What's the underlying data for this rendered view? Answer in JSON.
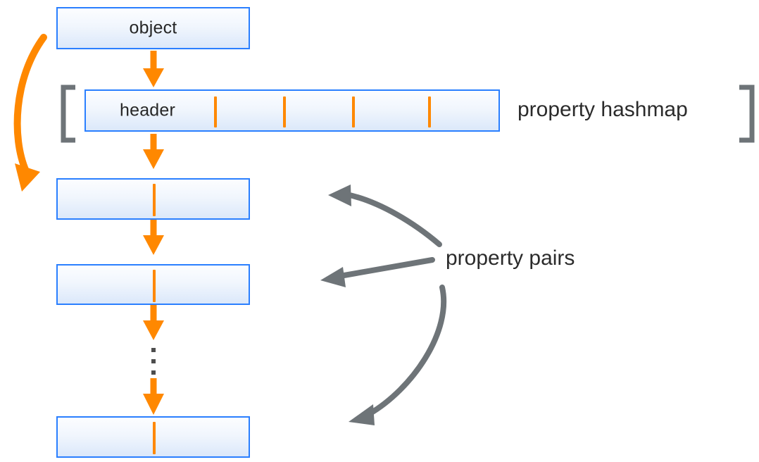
{
  "diagram": {
    "title_boxes": {
      "object": "object",
      "header": "header"
    },
    "captions": {
      "property_hashmap": "property hashmap",
      "property_pairs": "property pairs"
    },
    "colors": {
      "box_border": "#2a7fff",
      "box_fill_top": "#fcfdff",
      "box_fill_bottom": "#dbe8fa",
      "orange": "#ff8800",
      "gray_arrow": "#6e7478",
      "bracket_gray": "#6e7478",
      "text": "#2b2b2b"
    },
    "hashmap": {
      "slot_count": 4,
      "slot_positions": [
        304,
        402,
        500,
        608
      ]
    },
    "pair_boxes": [
      {
        "label": ""
      },
      {
        "label": ""
      },
      {
        "label": ""
      }
    ],
    "ellipsis": {
      "dots": 3,
      "symbol": "vertical-ellipsis"
    },
    "arrows": {
      "object_to_header": "orange-down-arrow",
      "header_to_pair1": "orange-down-arrow",
      "pair1_to_pair2": "orange-down-arrow",
      "pair2_to_ellipsis": "orange-down-arrow",
      "ellipsis_to_pair3": "orange-down-arrow",
      "object_to_pair1_curve": "orange-curved-arrow",
      "pairs_top": "gray-curved-arrow",
      "pairs_middle": "gray-straight-arrow",
      "pairs_bottom": "gray-curved-arrow"
    },
    "brackets": {
      "left": "[",
      "right": "]"
    }
  }
}
